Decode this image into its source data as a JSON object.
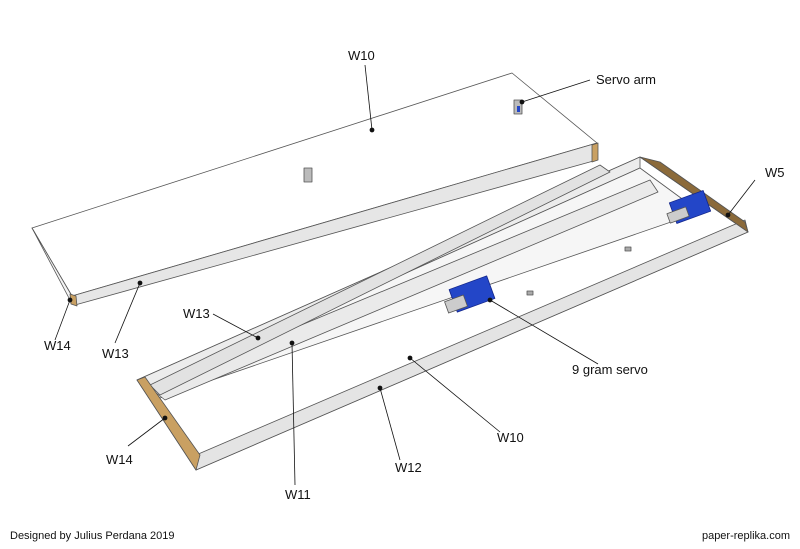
{
  "labels": {
    "w10_top": "W10",
    "servo_arm": "Servo arm",
    "w5": "W5",
    "w14_left": "W14",
    "w13_left": "W13",
    "w13_mid": "W13",
    "nine_gram_servo": "9 gram servo",
    "w10_bottom": "W10",
    "w14_bottom": "W14",
    "w12": "W12",
    "w11": "W11"
  },
  "footer": {
    "credit": "Designed by Julius Perdana 2019",
    "site": "paper-replika.com"
  },
  "colors": {
    "paper": "#ffffff",
    "edge": "#555555",
    "side": "#e4e4e4",
    "cardboard": "#c9a062",
    "servo": "#2346c8"
  }
}
